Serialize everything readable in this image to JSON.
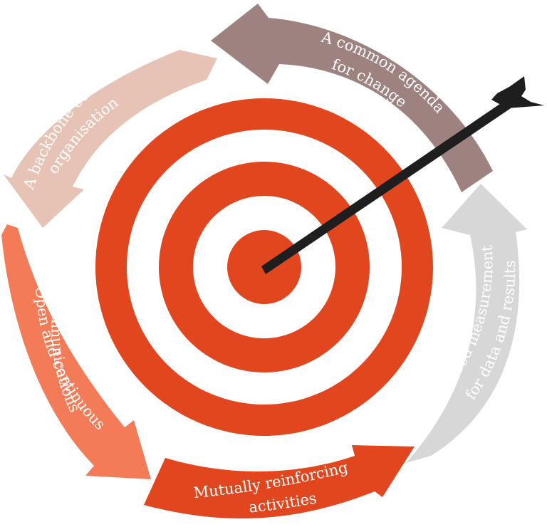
{
  "diagram": {
    "center_target": {
      "rings": 5,
      "colors": {
        "red": "#E2461F",
        "white": "#FFFFFF"
      }
    },
    "arrow": {
      "icon": "dart-arrow-icon",
      "color": "#1E1E1E"
    },
    "cycle": [
      {
        "id": "common-agenda",
        "lines": [
          "A common agenda",
          "for change"
        ],
        "color": "#9E8280"
      },
      {
        "id": "shared-measurement",
        "lines": [
          "Shared measurement",
          "for data and results"
        ],
        "color": "#D7D7D7"
      },
      {
        "id": "mutually-reinforcing",
        "lines": [
          "Mutually reinforcing",
          "activities"
        ],
        "color": "#E2461F"
      },
      {
        "id": "open-communications",
        "lines": [
          "Open and continuous",
          "communications"
        ],
        "color": "#F47B57"
      },
      {
        "id": "backbone",
        "lines": [
          "A backbone co-ordinating",
          "organisation"
        ],
        "color": "#E7C3B6"
      }
    ]
  }
}
